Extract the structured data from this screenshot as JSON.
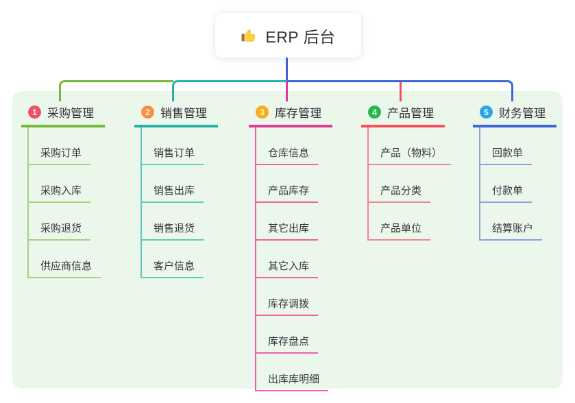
{
  "root": {
    "label": "ERP 后台",
    "icon": "thumbs-up-icon",
    "card_bg": "#ffffff",
    "stem_color": "#4a5ed6"
  },
  "panel": {
    "bg": "#ebf7ea"
  },
  "branches": [
    {
      "num": "1",
      "label": "采购管理",
      "badge_color": "#f0506a",
      "line_color": "#76b83c",
      "child_line_color": "#a6d17f",
      "children": [
        "采购订单",
        "采购入库",
        "采购退货",
        "供应商信息"
      ]
    },
    {
      "num": "2",
      "label": "销售管理",
      "badge_color": "#f98f40",
      "line_color": "#23b3a9",
      "child_line_color": "#5fc8bf",
      "children": [
        "销售订单",
        "销售出库",
        "销售退货",
        "客户信息"
      ]
    },
    {
      "num": "3",
      "label": "库存管理",
      "badge_color": "#fbad18",
      "line_color": "#e23a97",
      "child_line_color": "#ef5fa9",
      "children": [
        "仓库信息",
        "产品库存",
        "其它出库",
        "其它入库",
        "库存调拨",
        "库存盘点",
        "出库库明细"
      ]
    },
    {
      "num": "4",
      "label": "产品管理",
      "badge_color": "#27b750",
      "line_color": "#f4515c",
      "child_line_color": "#f5838d",
      "children": [
        "产品（物料）",
        "产品分类",
        "产品单位"
      ]
    },
    {
      "num": "5",
      "label": "财务管理",
      "badge_color": "#2aa7e8",
      "line_color": "#3e68d8",
      "child_line_color": "#8ba2dd",
      "children": [
        "回款单",
        "付款单",
        "结算账户"
      ]
    }
  ]
}
